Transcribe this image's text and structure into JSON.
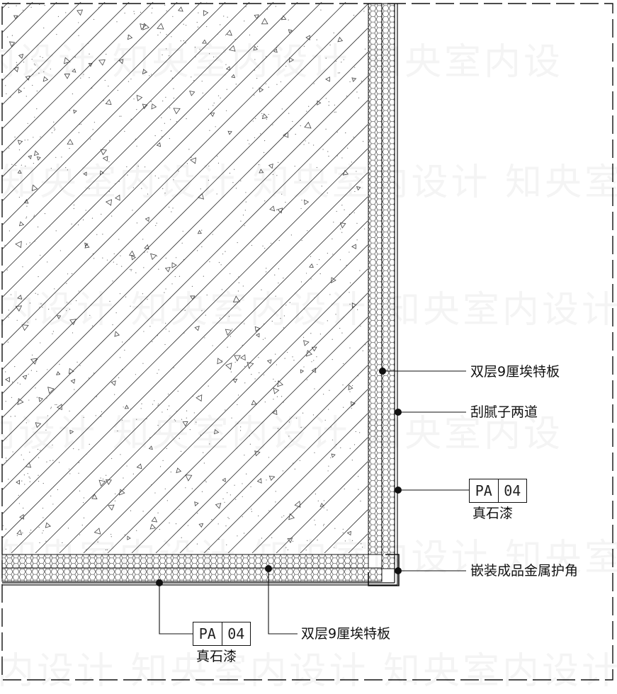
{
  "watermark": {
    "text": "知央室内设计",
    "rows": [
      "内设计 知央室内设计 知央室内设",
      "知央室内设计 知央室内设计 知央室内",
      "室内设计 知央室内设计 知央室内设计"
    ]
  },
  "colors": {
    "line": "#111111",
    "fill": "#ffffff"
  },
  "callouts": [
    {
      "id": "double-layer-board-side",
      "text": "双层9厘埃特板"
    },
    {
      "id": "putty-two-coats",
      "text": "刮腻子两道"
    },
    {
      "id": "metal-corner-guard",
      "text": "嵌装成品金属护角"
    },
    {
      "id": "double-layer-board-bottom",
      "text": "双层9厘埃特板"
    }
  ],
  "finish_tags": [
    {
      "id": "tag-right",
      "code": "PA",
      "number": "04",
      "caption": "真石漆"
    },
    {
      "id": "tag-bottom",
      "code": "PA",
      "number": "04",
      "caption": "真石漆"
    }
  ]
}
